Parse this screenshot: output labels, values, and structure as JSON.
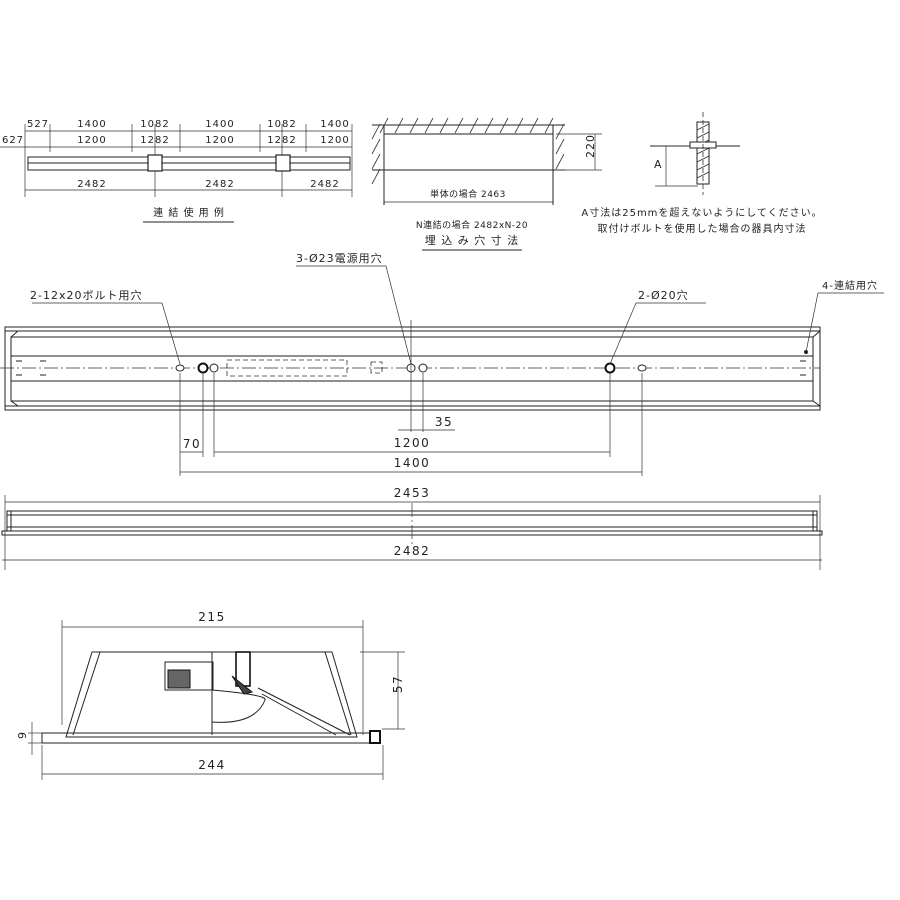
{
  "connection_example": {
    "top_dims": [
      "527",
      "1400",
      "1082",
      "1400",
      "1082",
      "1400"
    ],
    "second_dims": [
      "627",
      "1200",
      "1282",
      "1200",
      "1282",
      "1200"
    ],
    "unit_dims": [
      "2482",
      "2482",
      "2482"
    ],
    "caption": "連 結 使 用 例"
  },
  "cutout": {
    "height": "220",
    "single_label": "単体の場合 2463",
    "n_label": "N連結の場合 2482xN-20",
    "caption": "埋 込 み 穴 寸 法"
  },
  "bolt_note": {
    "letter": "A",
    "line1": "A寸法は25mmを超えないようにしてください。",
    "line2": "取付けボルトを使用した場合の器具内寸法"
  },
  "plan_view": {
    "power_holes": "3-Ø23電源用穴",
    "bolt_holes": "2-12x20ボルト用穴",
    "holes_20": "2-Ø20穴",
    "connection_holes": "4-連結用穴",
    "d70": "70",
    "d35": "35",
    "d1200": "1200",
    "d1400": "1400"
  },
  "side_view": {
    "d2453": "2453",
    "d2482": "2482"
  },
  "section_view": {
    "d215": "215",
    "d57": "57",
    "d9": "9",
    "d244": "244"
  }
}
